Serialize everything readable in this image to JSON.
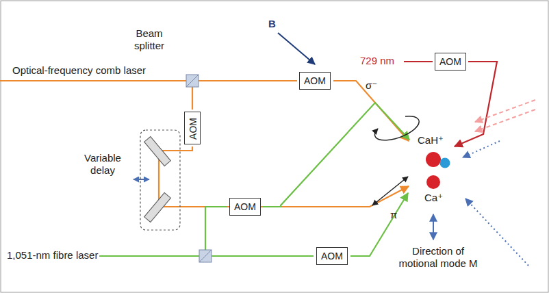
{
  "diagram": {
    "nodes": [
      {
        "text": [
          "AOM"
        ]
      },
      {
        "text": [
          "AOM"
        ]
      },
      {
        "text": [
          "AOM"
        ]
      },
      {
        "text": [
          "AOM"
        ]
      },
      {
        "text": [
          "AOM"
        ]
      }
    ],
    "labels": [
      "Beam splitter",
      "B",
      "729 nm",
      "Optical-frequency comb laser",
      "Variable delay",
      "σ⁻",
      "CaH⁺",
      "Ca⁺",
      "π",
      "1,051-nm fibre laser",
      "Direction of motional mode M"
    ]
  }
}
